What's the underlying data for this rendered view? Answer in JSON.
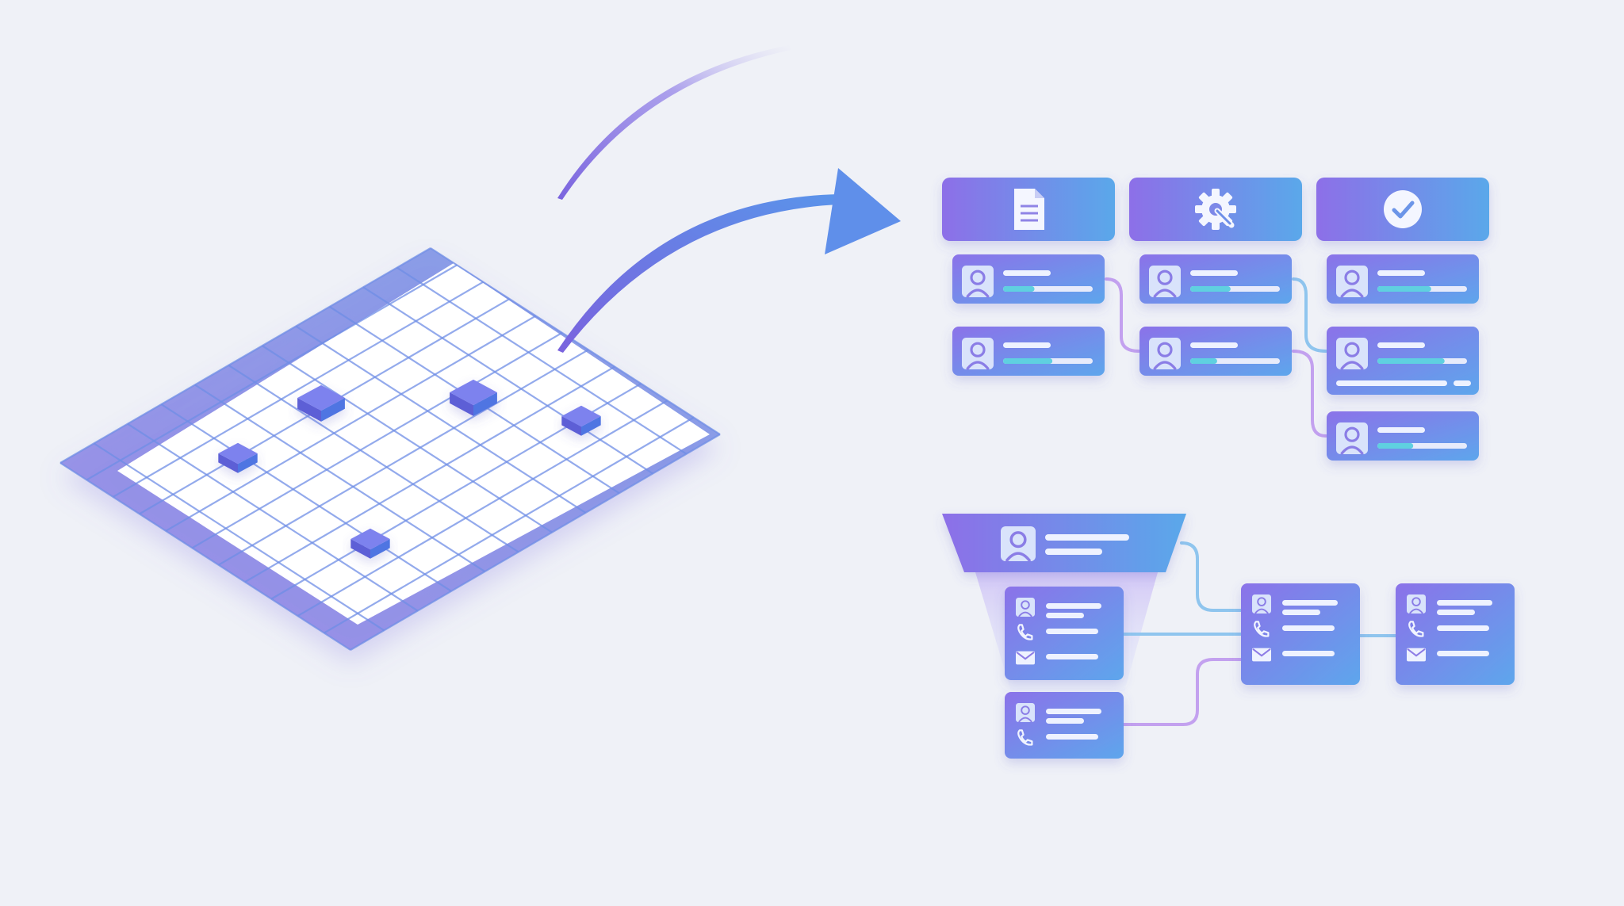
{
  "colors": {
    "background": "#eff1f7",
    "gradient_start": "#8d6fe8",
    "gradient_end": "#5aa8ea",
    "grid_line": "#6f8ee6",
    "connector_blue": "#8fc5ee",
    "connector_violet": "#c3a1ef",
    "progress_track": "#e7ebfb",
    "progress_fill": "#5fd0e0",
    "text_line": "#eef2ff"
  },
  "grid": {
    "rows": 11,
    "cols": 11,
    "highlighted_border": "left-and-top"
  },
  "arrows": {
    "count": 2,
    "direction": "grid-to-board"
  },
  "kanban": {
    "columns": [
      {
        "icon": "document-icon",
        "card_count": 2
      },
      {
        "icon": "gear-wrench-icon",
        "card_count": 2
      },
      {
        "icon": "check-circle-icon",
        "card_count": 3
      }
    ]
  },
  "funnel": {
    "header_icon": "person-icon",
    "contact_cards": [
      {
        "rows": [
          "person-icon",
          "phone-icon",
          "mail-icon"
        ]
      },
      {
        "rows": [
          "person-icon",
          "phone-icon"
        ]
      },
      {
        "rows": [
          "person-icon",
          "phone-icon",
          "mail-icon"
        ]
      },
      {
        "rows": [
          "person-icon",
          "phone-icon",
          "mail-icon"
        ]
      }
    ]
  }
}
